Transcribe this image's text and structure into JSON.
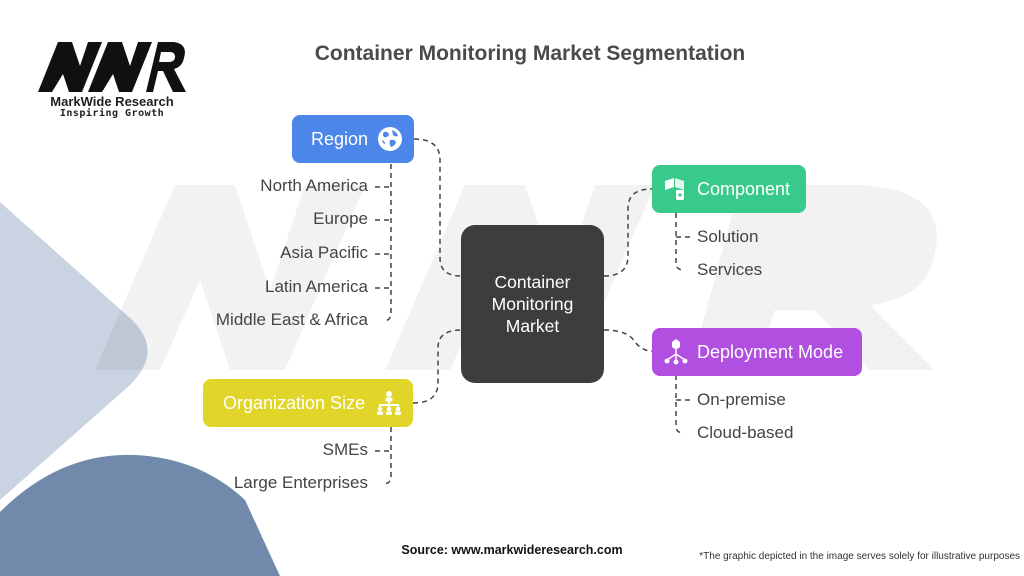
{
  "brand": {
    "name": "MarkWide Research",
    "tagline": "Inspiring Growth"
  },
  "title": "Container Monitoring Market Segmentation",
  "center": {
    "label": "Container Monitoring Market"
  },
  "segments": {
    "region": {
      "label": "Region",
      "icon": "globe-icon",
      "color": "#4b86e8",
      "items": [
        "North America",
        "Europe",
        "Asia Pacific",
        "Latin America",
        "Middle East & Africa"
      ]
    },
    "organization_size": {
      "label": "Organization Size",
      "icon": "org-chart-icon",
      "color": "#e2d52a",
      "items": [
        "SMEs",
        "Large Enterprises"
      ]
    },
    "component": {
      "label": "Component",
      "icon": "boxes-icon",
      "color": "#38c98b",
      "items": [
        "Solution",
        "Services"
      ]
    },
    "deployment_mode": {
      "label": "Deployment Mode",
      "icon": "network-icon",
      "color": "#b14fe0",
      "items": [
        "On-premise",
        "Cloud-based"
      ]
    }
  },
  "footer": {
    "source": "Source: www.markwideresearch.com",
    "disclaimer": "*The graphic depicted in the image serves solely for illustrative purposes"
  }
}
